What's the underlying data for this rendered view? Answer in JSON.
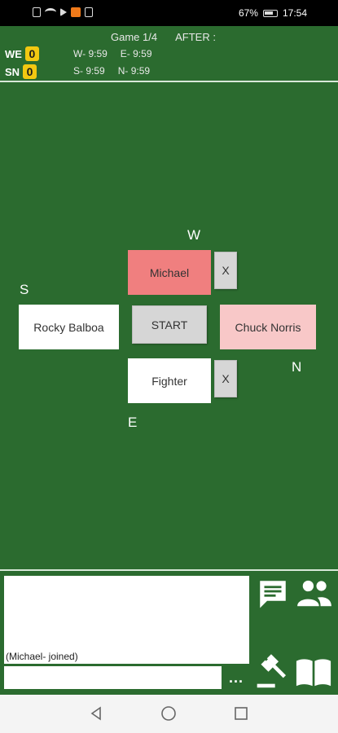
{
  "status_bar": {
    "battery": "67%",
    "time": "17:54"
  },
  "header": {
    "game": "Game 1/4",
    "after": "AFTER :",
    "teams": [
      {
        "label": "WE",
        "score": "0",
        "timers": [
          "W- 9:59",
          "E- 9:59"
        ]
      },
      {
        "label": "SN",
        "score": "0",
        "timers": [
          "S- 9:59",
          "N- 9:59"
        ]
      }
    ]
  },
  "board": {
    "directions": {
      "w": "W",
      "s": "S",
      "n": "N",
      "e": "E"
    },
    "seats": {
      "west": "Michael",
      "south": "Rocky Balboa",
      "north": "Chuck Norris",
      "east": "Fighter"
    },
    "start_label": "START",
    "remove_label": "X"
  },
  "chat": {
    "messages": [
      "(Michael- joined)"
    ],
    "input_value": "",
    "more": "..."
  },
  "icons": {
    "chat": "chat-icon",
    "players": "people-icon",
    "judge": "gavel-icon",
    "rules": "book-icon"
  },
  "colors": {
    "background": "#2b6b2f",
    "score_badge": "#f2c811",
    "seat_active": "#f07f7f",
    "seat_highlight": "#f8c8c8"
  }
}
